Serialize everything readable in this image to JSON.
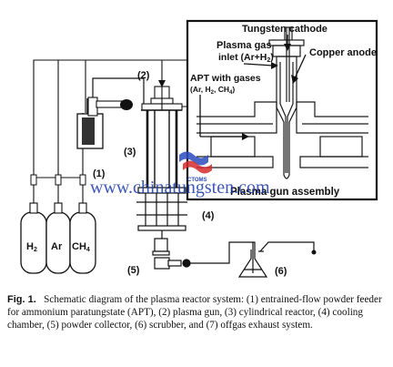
{
  "labels": {
    "n1": "(1)",
    "n2": "(2)",
    "n3": "(3)",
    "n4": "(4)",
    "n5": "(5)",
    "n6": "(6)",
    "h2": "H",
    "h2sub": "2",
    "ar": "Ar",
    "ch4": "CH",
    "ch4sub": "4"
  },
  "inset": {
    "tungsten_cathode": "Tungsten cathode",
    "plasma_gas_1": "Plasma gas",
    "plasma_gas_2": "inlet (Ar+H",
    "plasma_gas_sub": "2",
    "plasma_gas_close": ")",
    "copper_anode": "Copper anode",
    "apt_1": "APT with gases",
    "apt_2": "(Ar, H",
    "apt_sub2": "2",
    "apt_mid": ", CH",
    "apt_sub4": "4",
    "apt_close": ")",
    "title": "Plasma gun assembly"
  },
  "watermark": {
    "url": "www.chinatungsten.com",
    "logo_text": "CTOMS"
  },
  "caption": {
    "fig": "Fig. 1.",
    "text": "Schematic diagram of the plasma reactor system: (1) entrained-flow powder feeder for ammonium paratungstate (APT), (2) plasma gun, (3) cylindrical reactor, (4) cooling chamber, (5) powder collector, (6) scrubber, and (7) offgas exhaust system."
  }
}
